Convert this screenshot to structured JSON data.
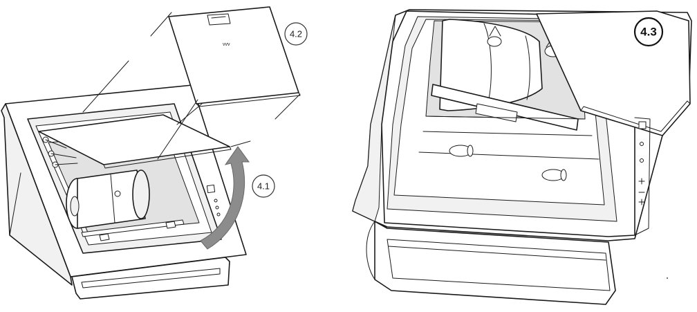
{
  "diagram": {
    "left_figure": {
      "callouts": [
        {
          "id": "4.2",
          "label": "4.2"
        },
        {
          "id": "4.1",
          "label": "4.1"
        }
      ],
      "arrow_color": "#8c8c8c"
    },
    "right_figure": {
      "callouts": [
        {
          "id": "4.3",
          "label": "4.3"
        }
      ]
    }
  }
}
